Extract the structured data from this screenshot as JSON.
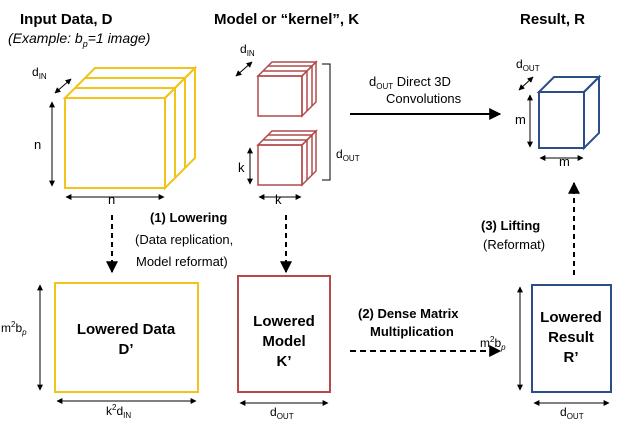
{
  "colors": {
    "yellow": "#F2C31A",
    "red": "#B24A4A",
    "blue": "#2C4E86",
    "black": "#000000"
  },
  "input": {
    "title": "Input Data, D",
    "example_prefix": "(Example: b",
    "example_sub": "p",
    "example_suffix": "=1 image)",
    "depth_label": "d",
    "depth_sub": "IN",
    "height_label": "n",
    "width_label": "n"
  },
  "model": {
    "title": "Model or “kernel”, K",
    "depth_label": "d",
    "depth_sub": "IN",
    "height_label": "k",
    "width_label": "k",
    "count_label": "d",
    "count_sub": "OUT"
  },
  "result": {
    "title": "Result, R",
    "depth_label": "d",
    "depth_sub": "OUT",
    "height_label": "m",
    "width_label": "m"
  },
  "direct": {
    "line1_main": "d",
    "line1_sub": "OUT",
    "line1_rest": " Direct 3D",
    "line2": "Convolutions"
  },
  "lowering": {
    "title": "(1) Lowering",
    "line2": "(Data replication,",
    "line3": "Model reformat)"
  },
  "lifting": {
    "title": "(3) Lifting",
    "line2": "(Reformat)"
  },
  "dense": {
    "line1": "(2) Dense Matrix",
    "line2": "Multiplication"
  },
  "lowered_data": {
    "line1": "Lowered Data",
    "line2": "D’",
    "height_m": "m",
    "height_sup": "2",
    "height_b": "b",
    "height_sub": "p",
    "width_k": "k",
    "width_sup": "2",
    "width_d": "d",
    "width_sub": "IN"
  },
  "lowered_model": {
    "line1": "Lowered",
    "line2": "Model",
    "line3": "K’",
    "width_d": "d",
    "width_sub": "OUT"
  },
  "lowered_result": {
    "line1": "Lowered",
    "line2": "Result",
    "line3": "R’",
    "height_m": "m",
    "height_sup": "2",
    "height_b": "b",
    "height_sub": "p",
    "width_d": "d",
    "width_sub": "OUT"
  }
}
